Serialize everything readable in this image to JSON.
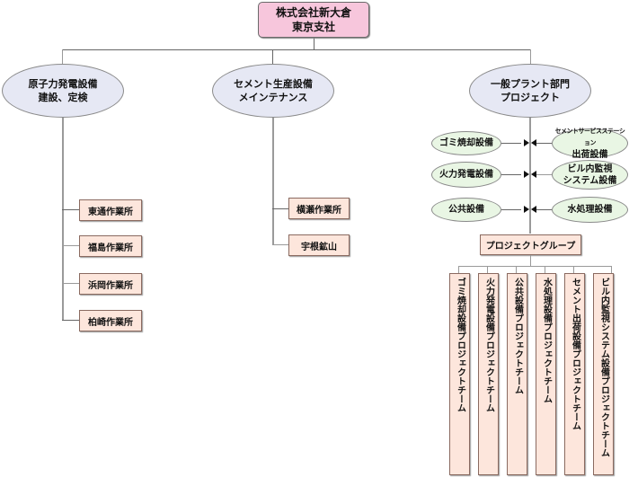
{
  "root": {
    "line1": "株式会社新大倉",
    "line2": "東京支社"
  },
  "divisions": [
    {
      "line1": "原子力発電設備",
      "line2": "建設、定検",
      "offices": [
        "東通作業所",
        "福島作業所",
        "浜岡作業所",
        "柏崎作業所"
      ]
    },
    {
      "line1": "セメント生産設備",
      "line2": "メインテナンス",
      "offices": [
        "横瀬作業所",
        "宇根鉱山"
      ]
    },
    {
      "line1": "一般プラント部門",
      "line2": "プロジェクト"
    }
  ],
  "plant_fields": {
    "left": [
      "ゴミ焼却設備",
      "火力発電設備",
      "公共設備"
    ],
    "right": [
      {
        "line1": "セメントサービスステーション",
        "line2": "出荷設備"
      },
      {
        "line1": "ビル内監視",
        "line2": "システム設備"
      },
      {
        "line1": "水処理設備",
        "line2": ""
      }
    ]
  },
  "project_group": "プロジェクトグループ",
  "project_teams": [
    "ゴミ焼却設備プロジェクトチーム",
    "火力発電設備プロジェクトチーム",
    "公共設備プロジェクトチーム",
    "水処理設備プロジェクトチーム",
    "セメント出荷設備プロジェクトチーム",
    "ビル内監視システム設備プロジェクトチーム"
  ],
  "colors": {
    "root_fill": "#f7c6dc",
    "division_fill": "#e6e8f4",
    "field_fill": "#e9f6e4",
    "office_fill": "#fde6dc"
  }
}
